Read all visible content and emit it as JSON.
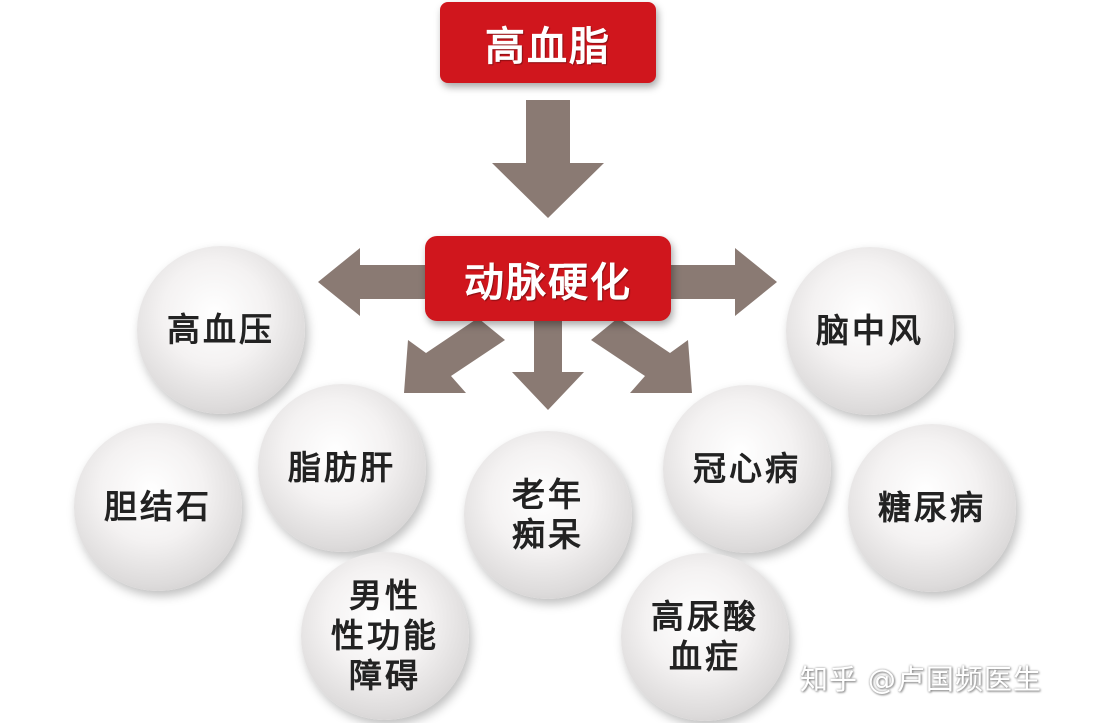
{
  "top_box": {
    "label": "高血脂"
  },
  "center_box": {
    "label": "动脉硬化"
  },
  "circles": [
    {
      "id": "hypertension",
      "lines": [
        "高血压"
      ]
    },
    {
      "id": "stroke",
      "lines": [
        "脑中风"
      ]
    },
    {
      "id": "gallstones",
      "lines": [
        "胆结石"
      ]
    },
    {
      "id": "fatty-liver",
      "lines": [
        "脂肪肝"
      ]
    },
    {
      "id": "dementia",
      "lines": [
        "老年",
        "痴呆"
      ]
    },
    {
      "id": "coronary",
      "lines": [
        "冠心病"
      ]
    },
    {
      "id": "diabetes",
      "lines": [
        "糖尿病"
      ]
    },
    {
      "id": "male-sexual",
      "lines": [
        "男性",
        "性功能",
        "障碍"
      ]
    },
    {
      "id": "hyperuricemia",
      "lines": [
        "高尿酸",
        "血症"
      ]
    }
  ],
  "watermark": {
    "text": "知乎 @卢国频医生"
  },
  "colors": {
    "box": "#d0161d",
    "arrow": "#8a7a73",
    "text": "#222222"
  }
}
